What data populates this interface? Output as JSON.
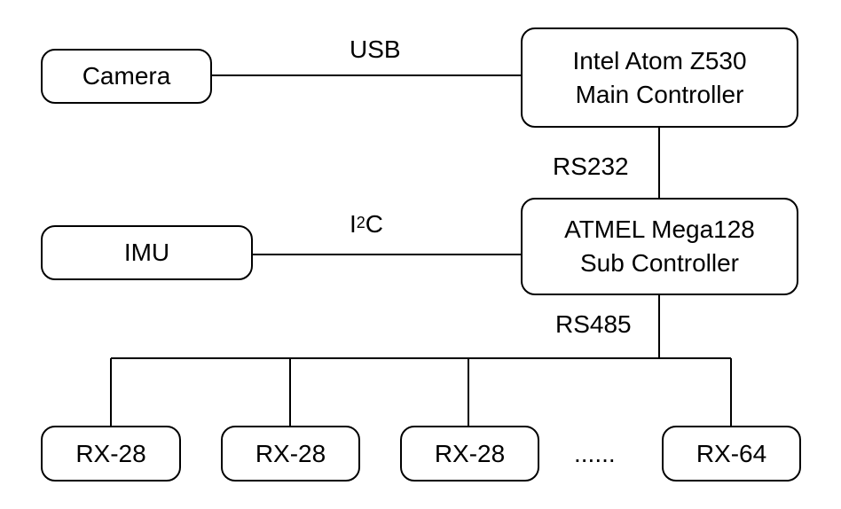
{
  "diagram": {
    "camera": "Camera",
    "imu": "IMU",
    "main_controller": [
      "Intel Atom Z530",
      "Main Controller"
    ],
    "sub_controller": [
      "ATMEL Mega128",
      "Sub Controller"
    ],
    "servos": [
      "RX-28",
      "RX-28",
      "RX-28",
      "RX-64"
    ],
    "ellipsis": "......",
    "links": {
      "usb": "USB",
      "i2c_prefix": "I",
      "i2c_sup": "2",
      "i2c_suffix": "C",
      "rs232": "RS232",
      "rs485": "RS485"
    },
    "colors": {
      "stroke": "#000000",
      "background": "#ffffff"
    }
  }
}
